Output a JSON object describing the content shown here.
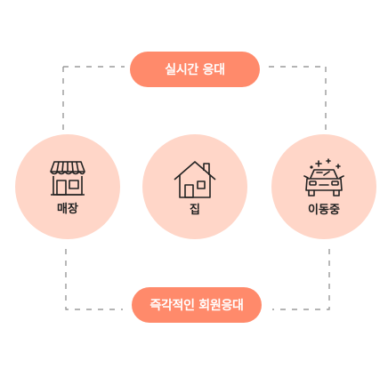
{
  "top_pill": {
    "label": "실시간 응대"
  },
  "bottom_pill": {
    "label": "즉각적인 회원응대"
  },
  "nodes": [
    {
      "label": "매장",
      "icon": "store-icon"
    },
    {
      "label": "집",
      "icon": "house-icon"
    },
    {
      "label": "이동중",
      "icon": "car-icon"
    }
  ],
  "colors": {
    "pill_bg": "#ff8a6b",
    "circle_bg": "#ffd6c8",
    "dash": "#888888",
    "icon_stroke": "#222222"
  }
}
